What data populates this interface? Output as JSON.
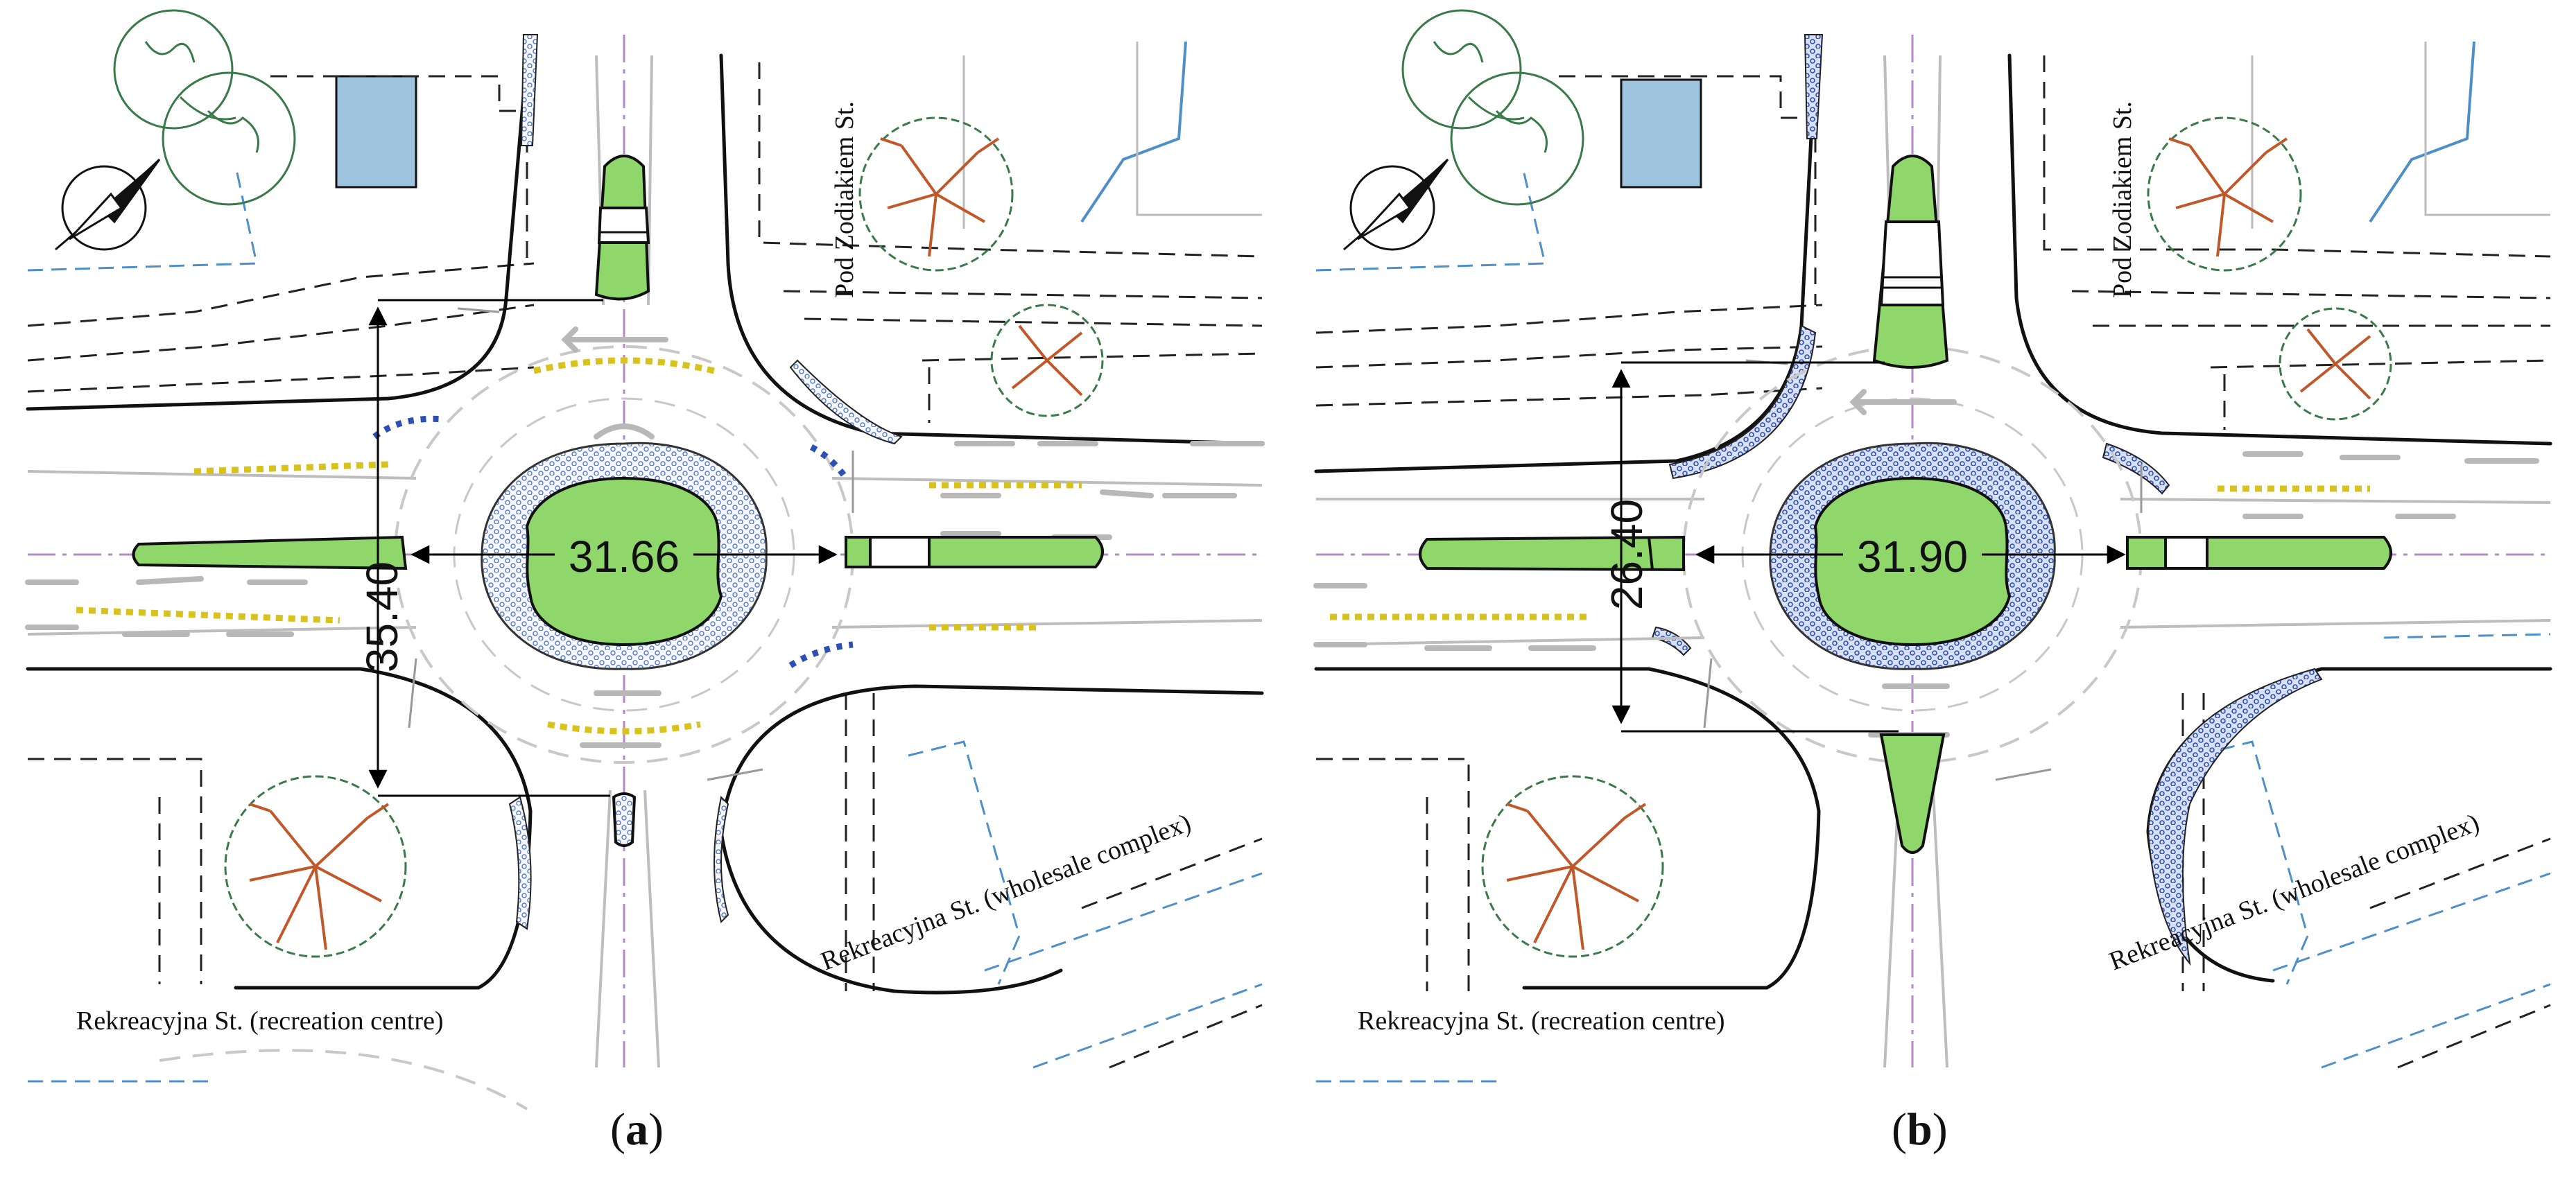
{
  "panels": [
    {
      "id": "a",
      "caption_letter": "a",
      "caption_open": "(",
      "caption_close": ")",
      "dim_vertical": "35.40",
      "dim_horizontal": "31.66",
      "label_north_road": "Pod Zodiakiem St.",
      "label_east_road": "Rekreacyjna St. (wholesale complex)",
      "label_south_road": "Rekreacyjna St. (recreation centre)"
    },
    {
      "id": "b",
      "caption_letter": "b",
      "caption_open": "(",
      "caption_close": ")",
      "dim_vertical": "26.40",
      "dim_horizontal": "31.90",
      "label_north_road": "Pod Zodiakiem St.",
      "label_east_road": "Rekreacyjna St. (wholesale complex)",
      "label_south_road": "Rekreacyjna St. (recreation centre)"
    }
  ],
  "colors": {
    "island_green": "#8fd66b",
    "hatch_blue": "#2d4fb3",
    "building_blue": "#9ec4e0",
    "tree_green": "#3a7a4a",
    "tree_trunk": "#c0582a",
    "marking_yellow": "#d8c21e",
    "guide_purple": "#b48ac9"
  }
}
